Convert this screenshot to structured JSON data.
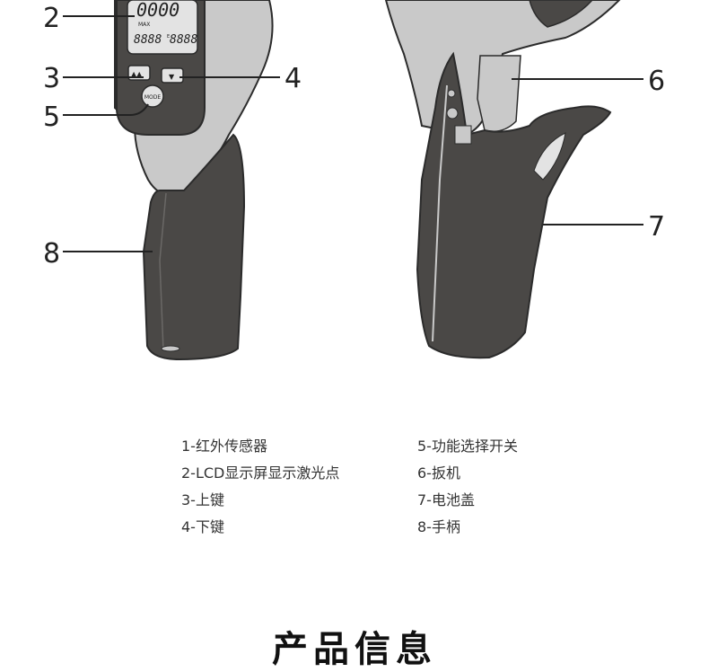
{
  "callouts": [
    "2",
    "3",
    "4",
    "5",
    "6",
    "7",
    "8"
  ],
  "lcd": {
    "main_reading": "0000",
    "max_label": "MAX",
    "sub_left": "8888",
    "sub_mid": "E",
    "sub_right": "8888"
  },
  "buttons": {
    "up": "▲▲",
    "down": "▼",
    "mode": "MODE"
  },
  "legend": {
    "left": [
      "1-红外传感器",
      "2-LCD显示屏显示激光点",
      "3-上键",
      "4-下键"
    ],
    "right": [
      "5-功能选择开关",
      "6-扳机",
      "7-电池盖",
      "8-手柄"
    ]
  },
  "section_title": "产品信息",
  "colors": {
    "body_gray": "#c9c9c9",
    "dark_gray": "#4a4846",
    "outline": "#2b2b2b",
    "lcd": "#e3e3e3",
    "text": "#333333"
  }
}
